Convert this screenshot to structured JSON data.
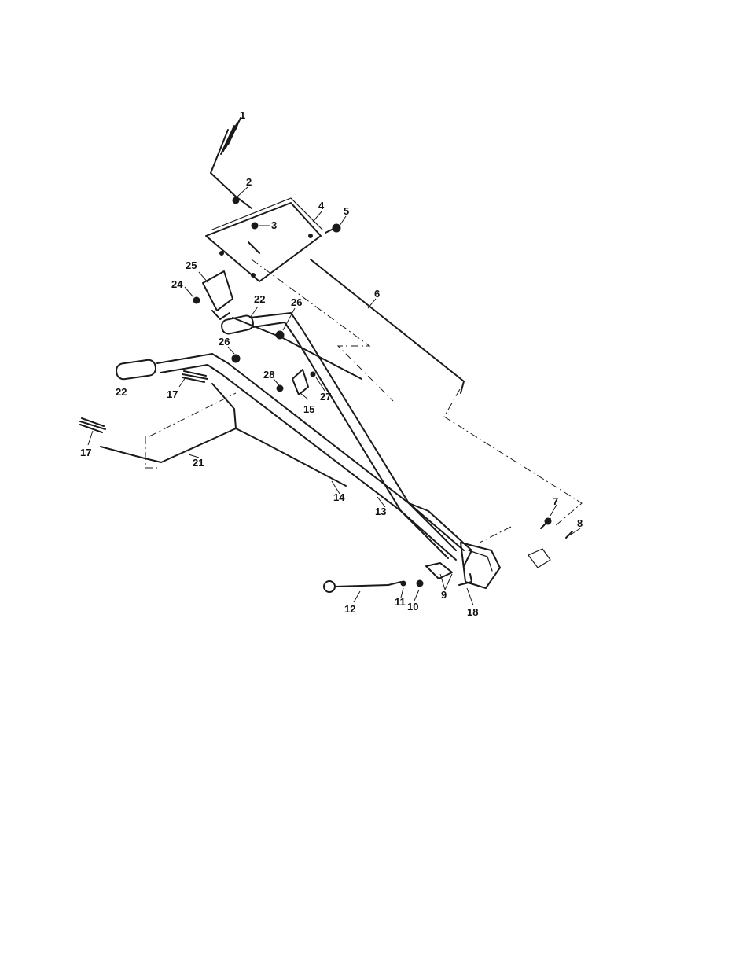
{
  "diagram": {
    "callouts": [
      "1",
      "2",
      "3",
      "4",
      "5",
      "6",
      "7",
      "8",
      "9",
      "10",
      "11",
      "12",
      "13",
      "14",
      "15",
      "17",
      "17",
      "18",
      "21",
      "22",
      "22",
      "24",
      "25",
      "26",
      "26",
      "27",
      "28"
    ]
  }
}
